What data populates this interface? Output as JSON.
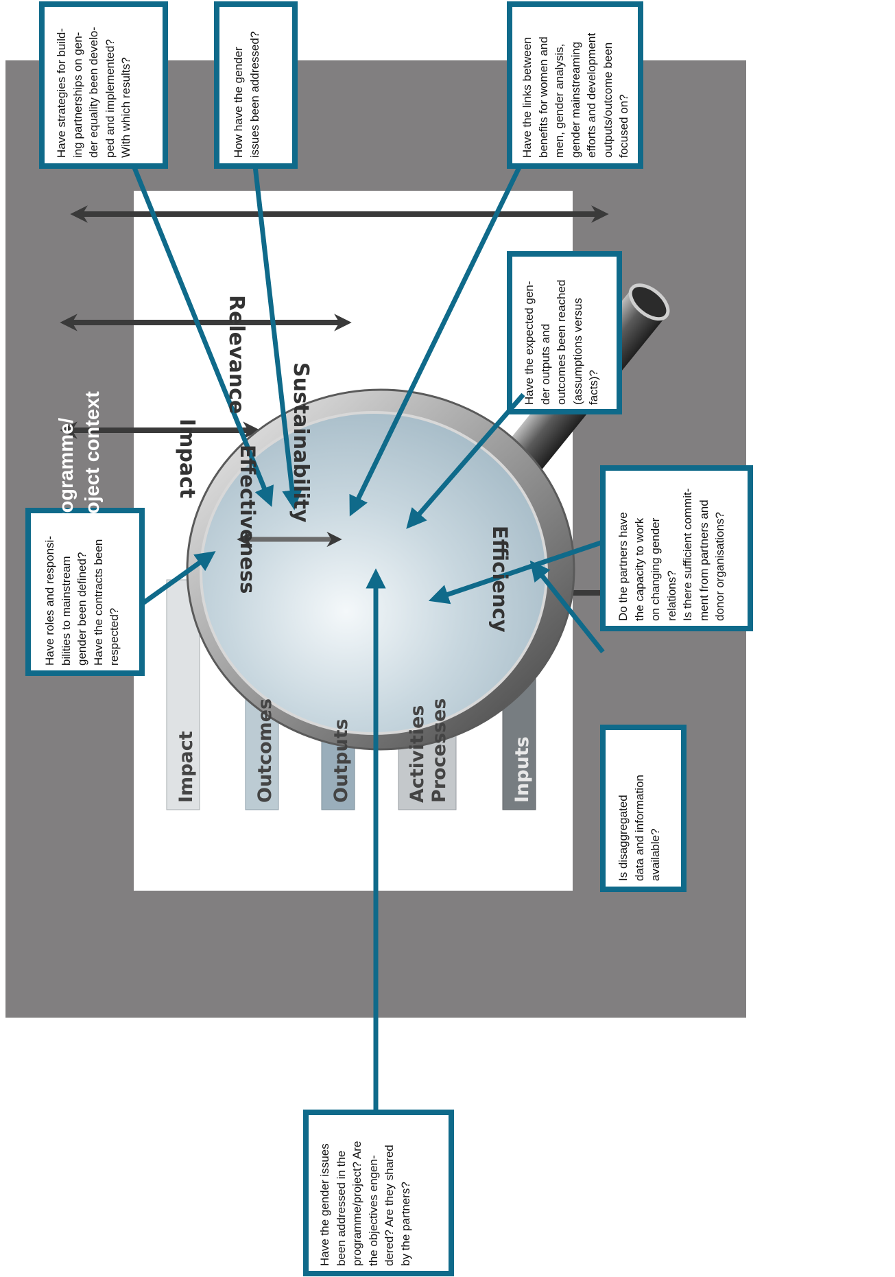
{
  "context_label": "Programme/\nproject context",
  "criteria": {
    "sustainability": "Sustainability",
    "relevance": "Relevance",
    "impact": "Impact",
    "effectiveness": "Effectiveness",
    "efficiency": "Efficiency"
  },
  "results_chain": [
    "Impact",
    "Outcomes",
    "Outputs",
    "Activities\nProcesses",
    "Inputs"
  ],
  "questions": {
    "partnerships": "Have strategies for build-\ning partnerships on gen-\nder equality been develo-\nped and implemented?\nWith which results?",
    "gender_issues": "How have the gender\nissues been addressed?",
    "links": "Have the links between\nbenefits for women and\nmen, gender analysis,\ngender mainstreaming\nefforts and development\noutputs/outcome been\nfocused on?",
    "expected_outputs": "Have the expected gen-\nder outputs and\noutcomes been reached\n(assumptions versus\nfacts)?",
    "roles": "Have roles and responsi-\nbilities to mainstream\ngender been defined?\nHave the contracts been\nrespected?",
    "capacity": "Do the partners have\nthe capacity to work\non changing gender\nrelations?\nIs there sufficient commit-\nment from partners and\ndonor organisations?",
    "disaggregated": "Is disaggregated\ndata and information\navailable?",
    "programme": "Have the gender issues\nbeen addressed in the\nprogramme/project? Are\nthe objectives engen-\ndered? Are they shared\nby the partners?"
  },
  "colors": {
    "frame": "#817f80",
    "box_border": "#0f6a8a",
    "arrow": "#0f6a8a",
    "criterion_arrow": "#3a3a3a",
    "lens": "#b6c9d3"
  }
}
